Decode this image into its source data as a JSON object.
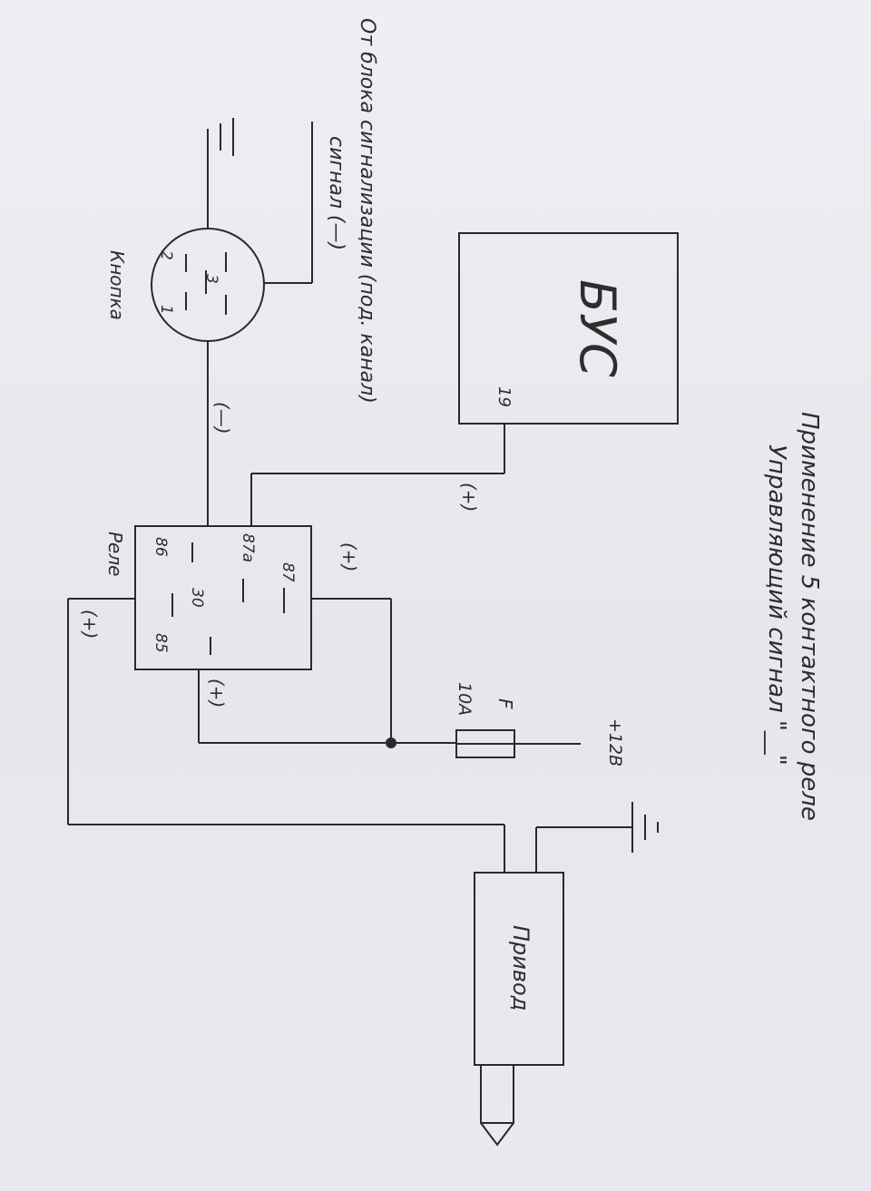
{
  "title": {
    "line1": "Применение 5 контактного реле",
    "line2": "Управляющий сигнал \"__\""
  },
  "source": {
    "line1": "От блока сигнализации (под. канал)",
    "line2": "сигнал (—)"
  },
  "bus": {
    "label": "БУС",
    "pin": "19"
  },
  "button": {
    "label": "Кнопка",
    "pin1": "1",
    "pin2": "2",
    "pin3": "3"
  },
  "relay": {
    "label": "Реле",
    "pin87": "87",
    "pin87a": "87a",
    "pin30": "30",
    "pin86": "86",
    "pin85": "85"
  },
  "fuse": {
    "label": "F",
    "rating": "10A"
  },
  "power": {
    "label": "+12B"
  },
  "actuator": {
    "label": "Привод"
  },
  "wire_signs": {
    "minus": "(—)",
    "plus": "(+)"
  },
  "colors": {
    "ink": "#2a2a2a",
    "paper": "#ececf1"
  }
}
